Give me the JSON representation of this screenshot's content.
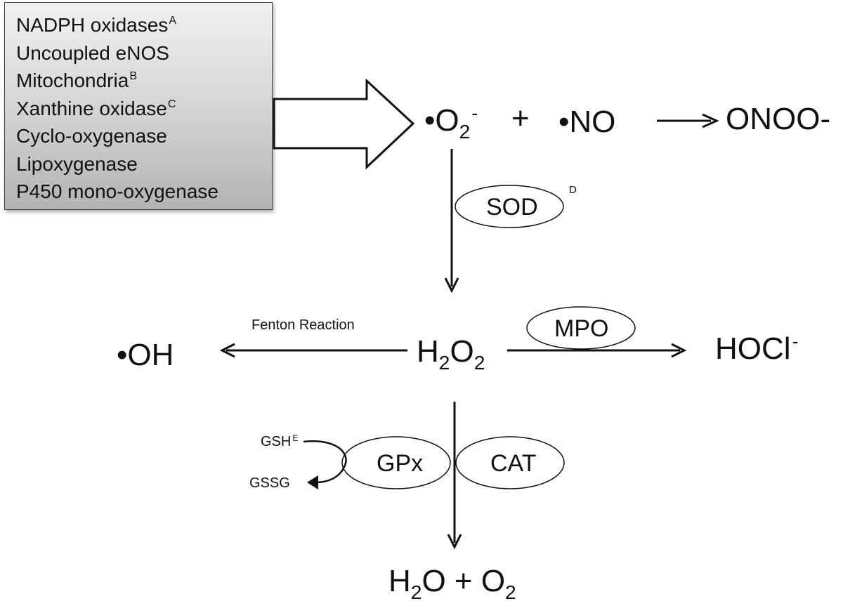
{
  "sources": {
    "items": [
      {
        "label": "NADPH oxidases",
        "note": "A"
      },
      {
        "label": "Uncoupled eNOS",
        "note": ""
      },
      {
        "label": "Mitochondria",
        "note": "B"
      },
      {
        "label": "Xanthine oxidase",
        "note": "C"
      },
      {
        "label": "Cyclo-oxygenase",
        "note": ""
      },
      {
        "label": "Lipoxygenase",
        "note": ""
      },
      {
        "label": "P450 mono-oxygenase",
        "note": ""
      }
    ]
  },
  "species": {
    "superoxide": {
      "main": "•O",
      "sub": "2",
      "sup": "-"
    },
    "plus_top": "+",
    "nitric_oxide": "•NO",
    "peroxynitrite": "ONOO-",
    "hydroxyl": "•OH",
    "hydrogen_peroxide": {
      "a": "H",
      "sub1": "2",
      "b": "O",
      "sub2": "2"
    },
    "hypochlorite": {
      "main": "HOCl",
      "sup": "-"
    },
    "water_oxygen": {
      "a": "H",
      "sub1": "2",
      "b": "O + O",
      "sub2": "2"
    }
  },
  "enzymes": {
    "sod": {
      "label": "SOD",
      "note": "D"
    },
    "mpo": {
      "label": "MPO"
    },
    "gpx": {
      "label": "GPx"
    },
    "cat": {
      "label": "CAT"
    }
  },
  "reactions": {
    "fenton": "Fenton Reaction",
    "gsh": {
      "label": "GSH",
      "note": "E"
    },
    "gssg": "GSSG"
  }
}
